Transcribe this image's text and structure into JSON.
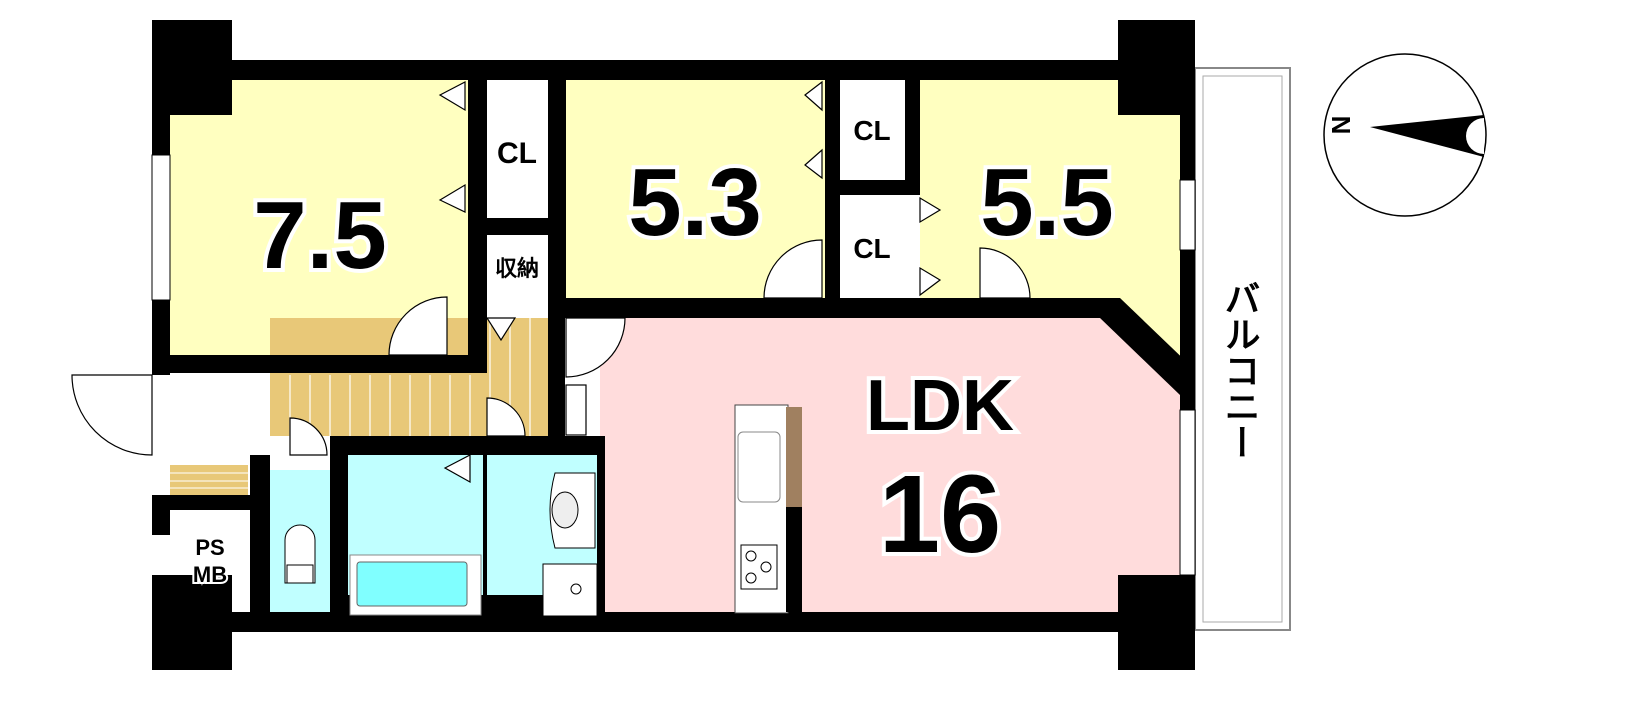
{
  "rooms": {
    "western1": {
      "size": "7.5"
    },
    "western2": {
      "size": "5.3"
    },
    "western3": {
      "size": "5.5"
    },
    "ldk": {
      "label": "LDK",
      "size": "16"
    }
  },
  "storage": {
    "cl1": "CL",
    "cl2": "CL",
    "cl3": "CL",
    "shuno": "収納",
    "ps": "PS",
    "mb": "MB"
  },
  "balcony": {
    "label": "バルコニー"
  },
  "compass": {
    "label": "N"
  },
  "colors": {
    "bedroom": "#FFFFC0",
    "ldk": "#FFDCDC",
    "wet": "#C0FFFF",
    "hall": "#E8C878",
    "wall": "#000000"
  }
}
